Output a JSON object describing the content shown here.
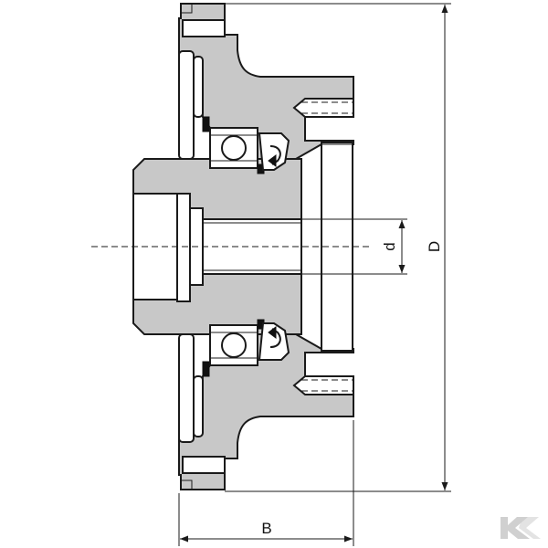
{
  "labels": {
    "d": "d",
    "D": "D",
    "B": "B"
  },
  "colors": {
    "housing_fill": "#c8c8c8",
    "line": "#1a1a1a",
    "background": "#ffffff",
    "watermark": "#d0d0d0"
  },
  "icons": {
    "watermark": "k-logo-icon"
  }
}
